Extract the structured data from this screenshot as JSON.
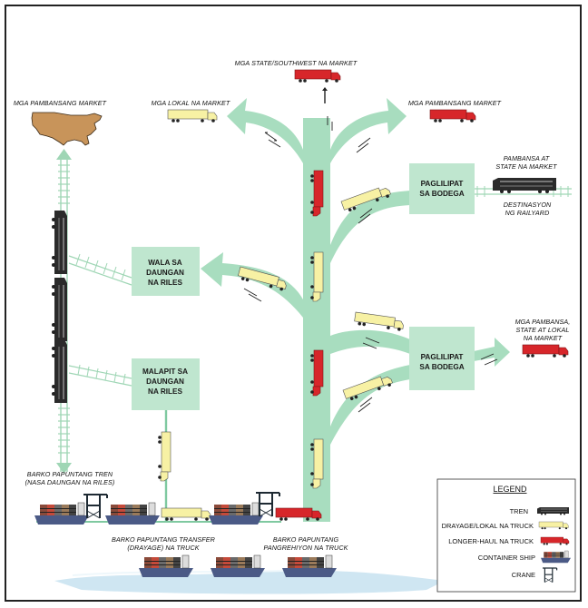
{
  "colors": {
    "green": "#a8ddbf",
    "green_dark": "#7fc9a0",
    "box": "#bfe6cf",
    "truck_red": "#d7262a",
    "truck_yellow": "#f7f1a4",
    "water": "#cfe6f2",
    "track": "#9fd6b5"
  },
  "labels": {
    "state_southwest": "MGA STATE/SOUTHWEST NA  MARKET",
    "lokal_market": "MGA LOKAL NA MARKET",
    "pambansang_market_right": "MGA PAMBANSANG MARKET",
    "pambansang_market_left": "MGA PAMBANSANG MARKET",
    "pambansa_state_1": "PAMBANSA AT",
    "pambansa_state_2": "STATE NA MARKET",
    "destinasyon_1": "DESTINASYON",
    "destinasyon_2": "NG RAILYARD",
    "pambansa_lokal_1": "MGA PAMBANSA,",
    "pambansa_lokal_2": "STATE AT LOKAL",
    "pambansa_lokal_3": "NA MARKET",
    "barko_tren_1": "BARKO PAPUNTANG TREN",
    "barko_tren_2": "(NASA DAUNGAN NA RILES)",
    "barko_transfer_1": "BARKO PAPUNTANG TRANSFER",
    "barko_transfer_2": "(DRAYAGE) NA TRUCK",
    "barko_pangrehiyon_1": "BARKO PAPUNTANG",
    "barko_pangrehiyon_2": "PANGREHIYON NA TRUCK"
  },
  "boxes": {
    "paglilipat_top_1": "PAGLILIPAT",
    "paglilipat_top_2": "SA BODEGA",
    "wala_1": "WALA SA",
    "wala_2": "DAUNGAN",
    "wala_3": "NA RILES",
    "malapit_1": "MALAPIT SA",
    "malapit_2": "DAUNGAN",
    "malapit_3": "NA RILES",
    "paglilipat_bottom_1": "PAGLILIPAT",
    "paglilipat_bottom_2": "SA BODEGA"
  },
  "legend": {
    "title": "LEGEND",
    "items": [
      {
        "label": "TREN",
        "icon": "train-icon"
      },
      {
        "label": "DRAYAGE/LOKAL NA TRUCK",
        "icon": "yellow-truck-icon"
      },
      {
        "label": "LONGER-HAUL NA TRUCK",
        "icon": "red-truck-icon"
      },
      {
        "label": "CONTAINER SHIP",
        "icon": "container-ship-icon"
      },
      {
        "label": "CRANE",
        "icon": "crane-icon"
      }
    ]
  }
}
